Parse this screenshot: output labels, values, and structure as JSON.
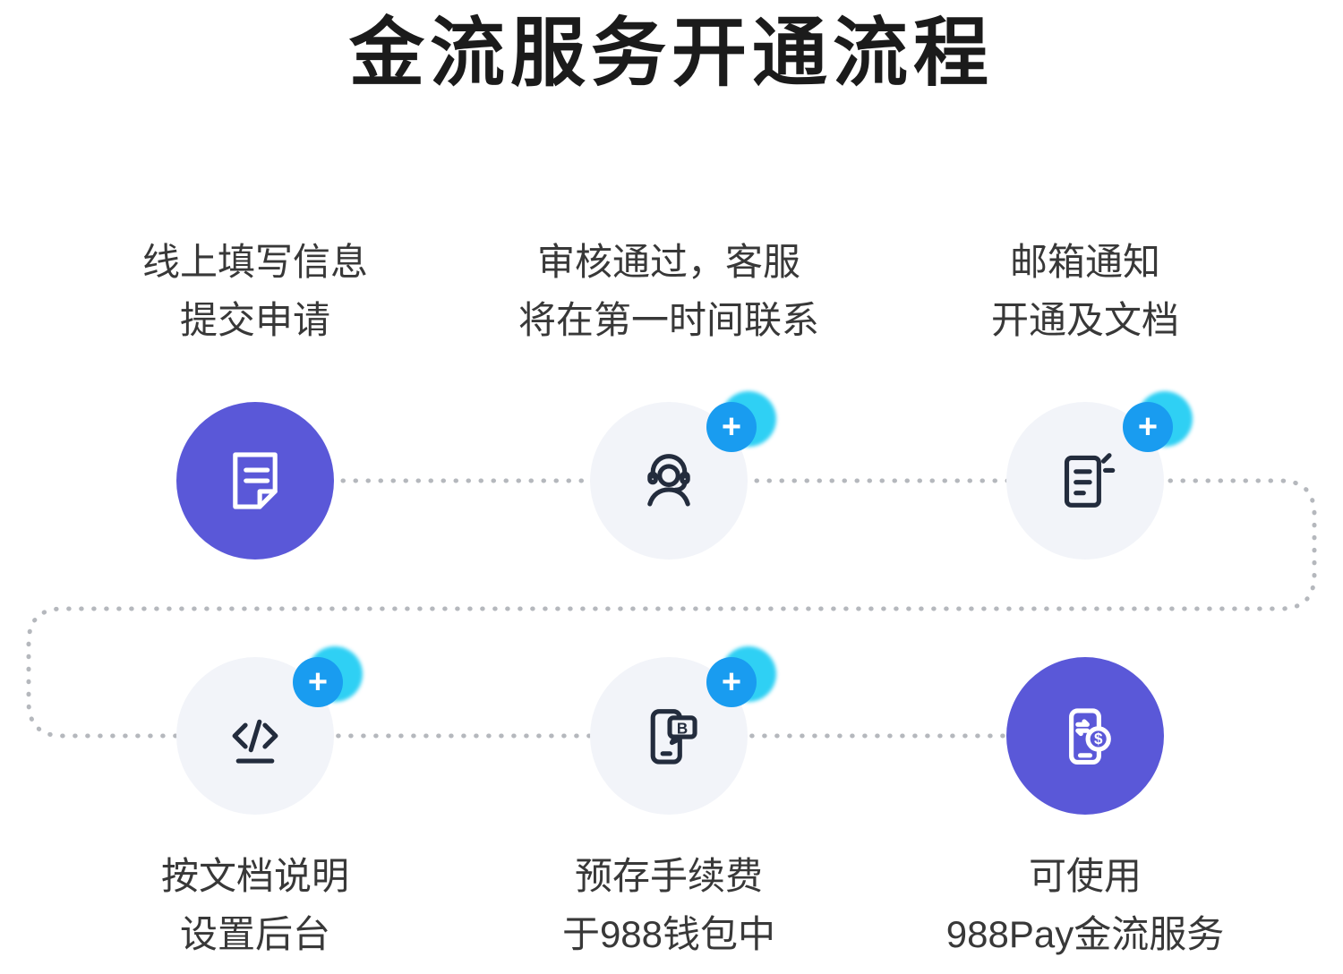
{
  "title": "金流服务开通流程",
  "colors": {
    "purple_circle": "#5a58d8",
    "light_circle": "#f2f4f9",
    "badge_blue": "#199cf0",
    "badge_halo_cyan": "#2fd0f4",
    "dotted_line": "#b5b8bd",
    "label_text": "#383838",
    "title_text": "#1b1b1b",
    "icon_dark": "#232c3d",
    "icon_white": "#ffffff"
  },
  "steps": [
    {
      "label_line1": "线上填写信息",
      "label_line2": "提交申请",
      "icon": "document-icon",
      "variant": "purple",
      "badge": ""
    },
    {
      "label_line1": "审核通过，客服",
      "label_line2": "将在第一时间联系",
      "icon": "customer-service-icon",
      "variant": "light",
      "badge": "+"
    },
    {
      "label_line1": "邮箱通知",
      "label_line2": "开通及文档",
      "icon": "clipboard-icon",
      "variant": "light",
      "badge": "+"
    },
    {
      "label_line1": "按文档说明",
      "label_line2": "设置后台",
      "icon": "code-icon",
      "variant": "light",
      "badge": "+"
    },
    {
      "label_line1": "预存手续费",
      "label_line2": "于988钱包中",
      "icon": "phone-message-icon",
      "variant": "light",
      "badge": "+",
      "bubble_letter": "B"
    },
    {
      "label_line1": "可使用",
      "label_line2": "988Pay金流服务",
      "icon": "phone-pay-icon",
      "variant": "purple",
      "badge": "",
      "coin_symbol": "$"
    }
  ]
}
